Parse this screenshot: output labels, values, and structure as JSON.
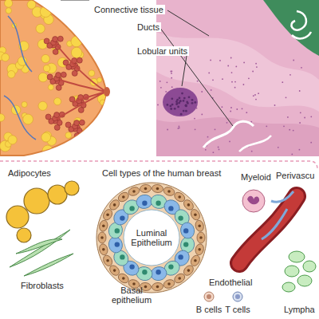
{
  "diagram": {
    "labels": [
      "Connective tissue",
      "Ducts",
      "Lobular units",
      "Adipocytes",
      "Cell types of the human breast",
      "Myeloid",
      "Perivascu",
      "Luminal Epithelium",
      "Fibroblasts",
      "Basal epithelium",
      "Endothelial",
      "B cells",
      "T cells",
      "Lympha"
    ]
  }
}
